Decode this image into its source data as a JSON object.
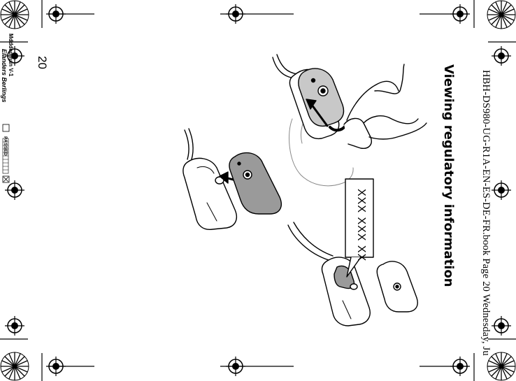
{
  "header": {
    "text": "HBH-DS980-UG-R1A-EN-ES-DE-FR.book  Page 20  Wednesday, Ju"
  },
  "page": {
    "number": "20",
    "title": "Viewing regulatory information"
  },
  "callout": {
    "text": "XXX XXX XX"
  },
  "printer_marks": {
    "info": "Mdddedman V-1",
    "brand": "Elanders Berlings",
    "status": "PASSED"
  },
  "colors": {
    "ink": "#000000",
    "gray_fill": "#9a9a9a",
    "light_gray": "#d8d8d8"
  }
}
